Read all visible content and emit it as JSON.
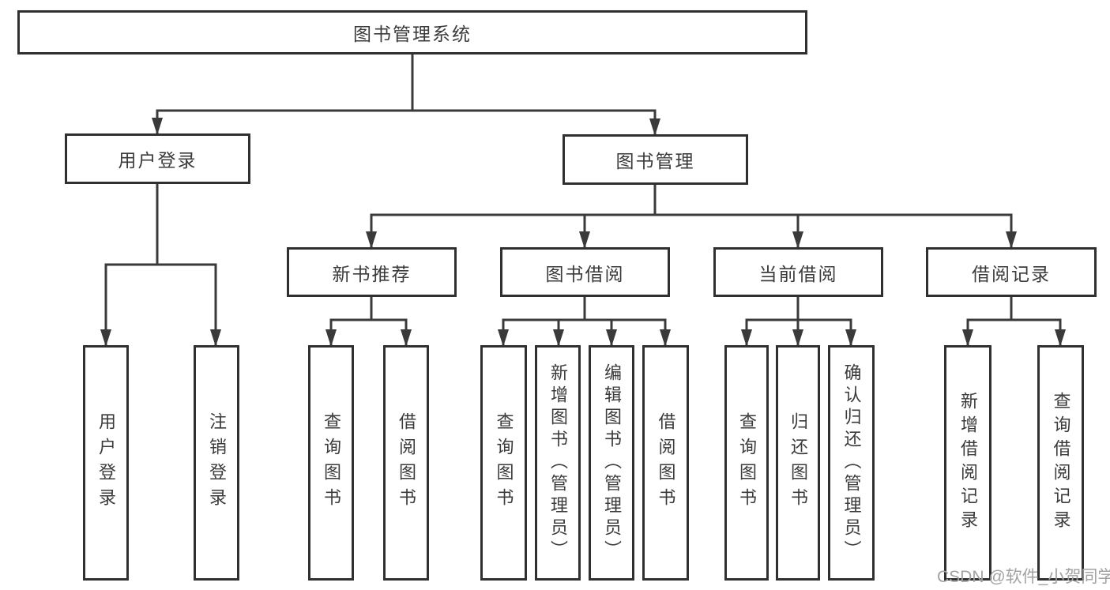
{
  "tree": {
    "label": "图书管理系统",
    "children": [
      {
        "label": "用户登录",
        "children": [
          {
            "label": "用户登录"
          },
          {
            "label": "注销登录"
          }
        ]
      },
      {
        "label": "图书管理",
        "children": [
          {
            "label": "新书推荐",
            "children": [
              {
                "label": "查询图书"
              },
              {
                "label": "借阅图书"
              }
            ]
          },
          {
            "label": "图书借阅",
            "children": [
              {
                "label": "查询图书"
              },
              {
                "label": "新增图书（管理员）"
              },
              {
                "label": "编辑图书（管理员）"
              },
              {
                "label": "借阅图书"
              }
            ]
          },
          {
            "label": "当前借阅",
            "children": [
              {
                "label": "查询图书"
              },
              {
                "label": "归还图书"
              },
              {
                "label": "确认归还（管理员）"
              }
            ]
          },
          {
            "label": "借阅记录",
            "children": [
              {
                "label": "新增借阅记录"
              },
              {
                "label": "查询借阅记录"
              }
            ]
          }
        ]
      }
    ]
  },
  "watermark": "CSDN @软件_小贺同学",
  "colors": {
    "line-color": "#3a3a3a",
    "border-color": "#303030",
    "text-color": "#3b3b3b",
    "watermark-color": "#a2a2a2",
    "background": "#ffffff"
  }
}
